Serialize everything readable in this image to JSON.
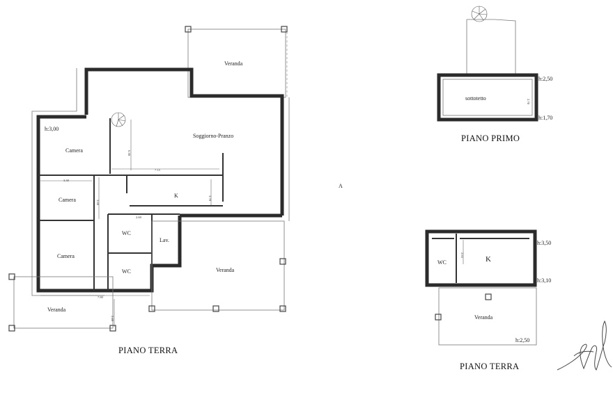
{
  "main_plan": {
    "floor_label": "PIANO TERRA",
    "rooms": {
      "veranda_top": "Veranda",
      "soggiorno": "Soggiorno-Pranzo",
      "camera_1": "Camera",
      "camera_2": "Camera",
      "camera_3": "Camera",
      "kitchen": "K",
      "wc_1": "WC",
      "wc_2": "WC",
      "lav": "Lav.",
      "veranda_bottom": "Veranda",
      "veranda_left": "Veranda"
    },
    "height": "h:3,00",
    "dimensions": {
      "d_630": "6.30",
      "d_715": "7.15",
      "d_330": "3.30",
      "d_370": "3.70",
      "d_360": "3.60",
      "d_260": "2.60",
      "d_780": "7.80",
      "d_240": "2.40"
    }
  },
  "upper_plan": {
    "floor_label": "PIANO PRIMO",
    "room": "sottotetto",
    "height_top": "h:2,50",
    "height_bottom": "h:1,70",
    "dimension": "2.70"
  },
  "annex_plan": {
    "floor_label": "PIANO TERRA",
    "rooms": {
      "wc": "WC",
      "kitchen": "K",
      "veranda": "Veranda"
    },
    "height_1": "h:3,50",
    "height_2": "h:3,10",
    "height_3": "h:2,50",
    "dimension": "2.65"
  },
  "north_mark": "A"
}
